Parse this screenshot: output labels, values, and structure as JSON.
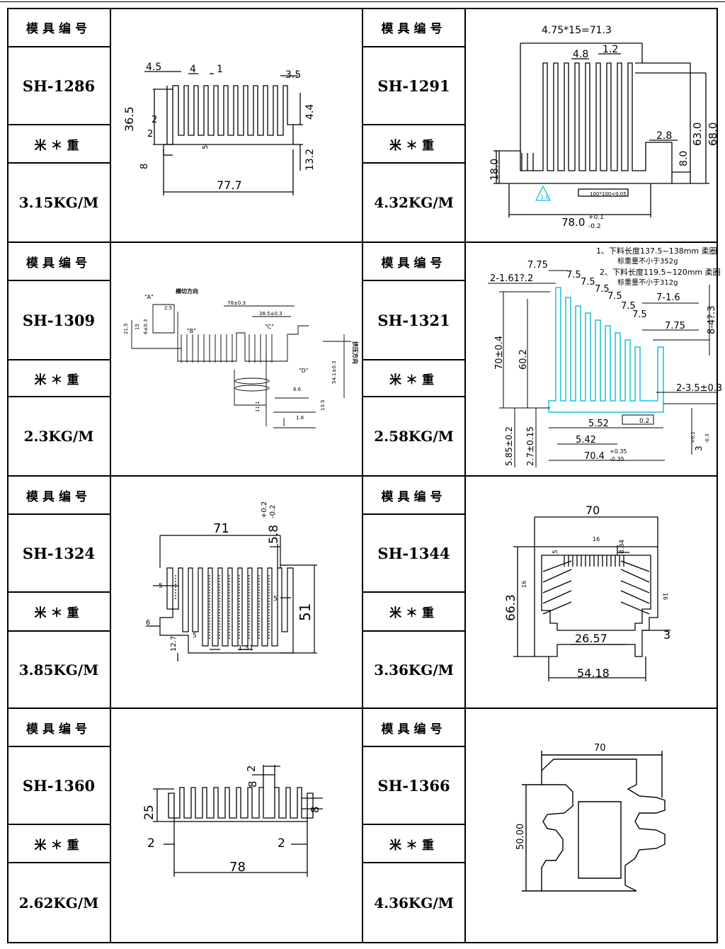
{
  "labels": {
    "mold_no": "模具编号",
    "weight": "米＊重"
  },
  "rows": [
    {
      "left": {
        "code": "SH-1286",
        "weight": "3.15KG/M"
      },
      "right": {
        "code": "SH-1291",
        "weight": "4.32KG/M"
      }
    },
    {
      "left": {
        "code": "SH-1309",
        "weight": "2.3KG/M"
      },
      "right": {
        "code": "SH-1321",
        "weight": "2.58KG/M"
      }
    },
    {
      "left": {
        "code": "SH-1324",
        "weight": "3.85KG/M"
      },
      "right": {
        "code": "SH-1344",
        "weight": "3.36KG/M"
      }
    },
    {
      "left": {
        "code": "SH-1360",
        "weight": "2.62KG/M"
      },
      "right": {
        "code": "SH-1366",
        "weight": "4.36KG/M"
      }
    }
  ],
  "drawings": {
    "sh1286": {
      "d1": "4.5",
      "d2": "4",
      "d3": "1",
      "d4": "3.5",
      "d5": "36.5",
      "d6": "2",
      "d7": "2",
      "d8": "8",
      "d9": "5",
      "d10": "4.4",
      "d11": "13.2",
      "d12": "77.7"
    },
    "sh1291": {
      "d1": "4.75*15=71.3",
      "d2": "4.8",
      "d3": "1.2",
      "d4": "63.0",
      "d5": "68.0",
      "d6": "2.8",
      "d7": "8.0",
      "d8": "18.0",
      "d9": "78.0",
      "d9_tol_up": "+0.1",
      "d9_tol_dn": "-0.2",
      "flat_note": "100*100<0.05",
      "flat_sym": "1.6"
    },
    "sh1309": {
      "a": "\"A\"",
      "b": "\"B\"",
      "c": "\"C\"",
      "d": "\"D\"",
      "cut_dir": "横切方向",
      "press_dir": "挤压方向",
      "d1": "78±0.3",
      "d2": "38.5±0.3",
      "d3": "2.5",
      "d4": "21.5",
      "d5": "15",
      "d6": "6±0.3",
      "d7": "54.1±0.3",
      "d8": "6.6",
      "d9": "11.1",
      "d10": "13.5",
      "d11": "1.8"
    },
    "sh1321": {
      "note1": "1、下料长度137.5~138mm 柔圈",
      "note1b": "标重量不小于352g",
      "note2": "2、下料长度119.5~120mm 柔圈",
      "note2b": "标重量不小于312g",
      "d1": "7.75",
      "d2": "2-1.61?.2",
      "d3": "7.5",
      "d4": "7.5",
      "d5": "7.5",
      "d6": "7.5",
      "d7": "7.5",
      "d8": "7.5",
      "d9": "7-1.6",
      "d10": "8-4?.3",
      "d11": "7.75",
      "d12": "70±0.4",
      "d13": "60.2",
      "d14": "2-3.5±0.3",
      "d15": "5.52",
      "d16": "0.2",
      "d17": "5.42",
      "d18": "5.85±0.2",
      "d19": "2.7±0.15",
      "d20": "70.4",
      "d20_up": "+0.35",
      "d20_dn": "-0.35",
      "d21": "3",
      "d21_up": "+0.1",
      "d21_dn": "-0.3"
    },
    "sh1324": {
      "d1": "71",
      "d2": "5.8",
      "d2_up": "+0.2",
      "d2_dn": "-0.2",
      "d3": "5",
      "d4": "51",
      "d5": "6",
      "d6": "12.7",
      "d7": "1.31",
      "d8": "5",
      "d9": "5"
    },
    "sh1344": {
      "d1": "70",
      "d2": "16",
      "d3": "8.84",
      "d4": "5",
      "d5": "16",
      "d6": "16",
      "d7": "66.3",
      "d8": "26.57",
      "d9": "3",
      "d10": "54.18"
    },
    "sh1360": {
      "d1": "2",
      "d2": "8",
      "d3": "25",
      "d4": "8",
      "d5": "2",
      "d6": "2",
      "d7": "78"
    },
    "sh1366": {
      "d1": "70",
      "d2": "50.00"
    }
  }
}
